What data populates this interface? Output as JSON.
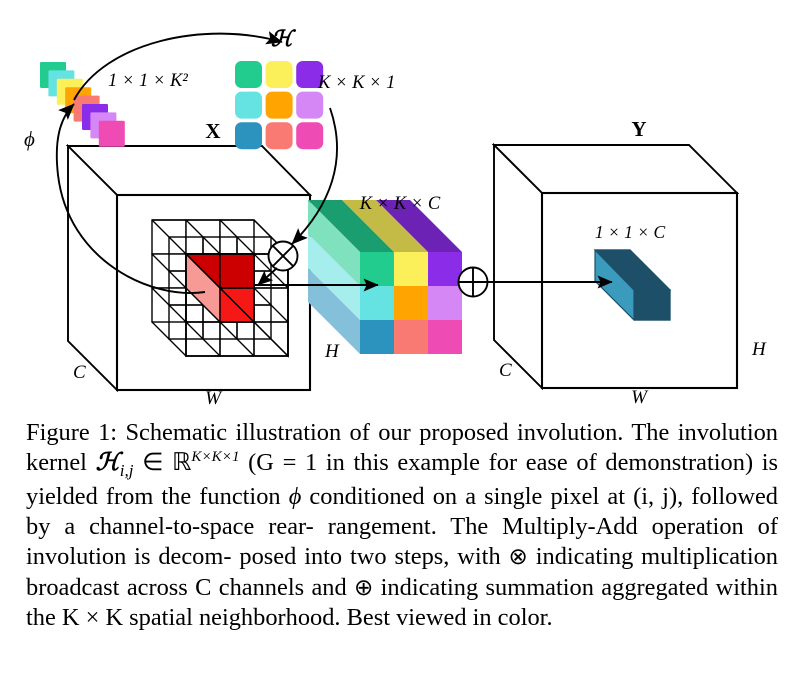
{
  "figure": {
    "number": "Figure 1",
    "label_X": "X",
    "label_Y": "Y",
    "label_H_script": "ℋ",
    "label_phi": "ϕ",
    "dim_stack": "1 × 1 × K²",
    "dim_kernel_grid": "K × K × 1",
    "dim_kernel_block": "K × K × C",
    "dim_output_bar": "1 × 1 × C",
    "axis_W_left": "W",
    "axis_H_left": "H",
    "axis_C_left": "C",
    "axis_W_right": "W",
    "axis_H_right": "H",
    "axis_C_right": "C",
    "op_multiply": "⊗",
    "op_add": "⊕"
  },
  "colors": {
    "green": "#22cb8e",
    "yellow": "#fbf05a",
    "purple": "#8a2ce8",
    "cyan": "#65e2e2",
    "orange": "#ffa400",
    "lightpurple": "#d587f5",
    "tealblue": "#2b93bd",
    "salmon": "#f87a72",
    "pink": "#ef4bb4",
    "red_dark": "#cc0000",
    "red_mid": "#f61717",
    "red_light": "#f79a96",
    "bar_face": "#3a9bbd",
    "bar_shade": "#1d5068",
    "stroke": "#000000"
  },
  "kernel_grid": {
    "rows": [
      [
        "green",
        "yellow",
        "purple"
      ],
      [
        "cyan",
        "orange",
        "lightpurple"
      ],
      [
        "tealblue",
        "salmon",
        "pink"
      ]
    ]
  },
  "kernel_stack": {
    "order_back_to_front": [
      "green",
      "cyan",
      "yellow",
      "orange",
      "salmon",
      "purple",
      "lightpurple",
      "pink"
    ]
  },
  "caption": {
    "line1_a": "Figure 1: Schematic illustration of our proposed involution. The",
    "line2_a": "involution kernel ",
    "line2_H": "ℋ",
    "line2_sub": "i,j",
    "line2_b": " ∈ ℝ",
    "line2_exp": "K×K×1",
    "line2_c": " (G = 1 in this example for",
    "line3_a": "ease of demonstration) is yielded from the function ",
    "line3_phi": "ϕ",
    "line3_b": " conditioned",
    "line4_a": "on a single pixel at (i, j), followed by a channel-to-space rear-",
    "line5_a": "rangement. The Multiply-Add operation of involution is decom-",
    "line6_a": "posed into two steps, with ",
    "line6_op": "⊗",
    "line6_b": " indicating multiplication broadcast",
    "line7_a": "across C channels and ",
    "line7_op": "⊕",
    "line7_b": " indicating summation aggregated within",
    "line8_a": "the K × K spatial neighborhood. Best viewed in color."
  }
}
